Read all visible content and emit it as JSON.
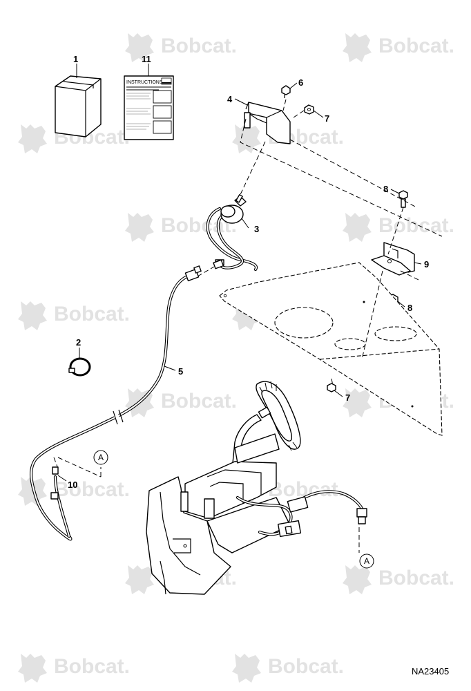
{
  "watermark": {
    "brand": "Bobcat.",
    "color": "#e2e2e2"
  },
  "callouts": {
    "c1": "1",
    "c2": "2",
    "c3": "3",
    "c4": "4",
    "c5": "5",
    "c6": "6",
    "c7a": "7",
    "c7b": "7",
    "c8a": "8",
    "c8b": "8",
    "c9": "9",
    "c10": "10",
    "c11": "11"
  },
  "connection_refs": {
    "top": "A",
    "bottom": "A"
  },
  "instructions_sheet": {
    "heading": "INSTRUCTIONS"
  },
  "figure_id": "NA23405"
}
